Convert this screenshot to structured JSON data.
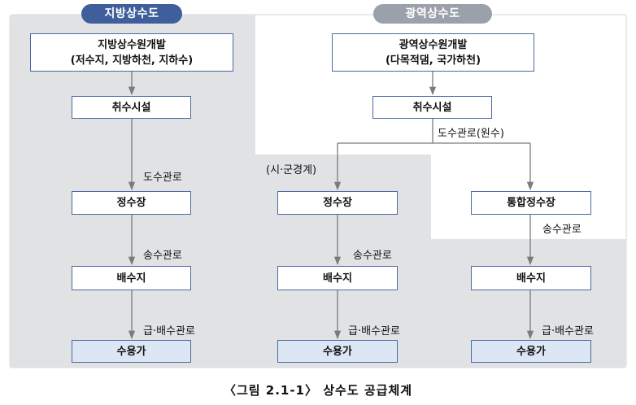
{
  "headers": {
    "local": "지방상수도",
    "regional": "광역상수도"
  },
  "local": {
    "source_line1": "지방상수원개발",
    "source_line2": "(저수지, 지방하천, 지하수)",
    "intake": "취수시설",
    "pipe_conveyance": "도수관로",
    "treatment": "정수장",
    "pipe_transmission": "송수관로",
    "reservoir": "배수지",
    "pipe_distribution": "급·배수관로",
    "consumer": "수용가"
  },
  "regional": {
    "source_line1": "광역상수원개발",
    "source_line2": "(다목적댐, 국가하천)",
    "intake": "취수시설",
    "pipe_conveyance": "도수관로(원수)",
    "boundary_note": "(시·군경계)",
    "branch_a": {
      "treatment": "정수장",
      "pipe_transmission": "송수관로",
      "reservoir": "배수지",
      "pipe_distribution": "급·배수관로",
      "consumer": "수용가"
    },
    "branch_b": {
      "treatment": "통합정수장",
      "pipe_transmission": "송수관로",
      "reservoir": "배수지",
      "pipe_distribution": "급·배수관로",
      "consumer": "수용가"
    }
  },
  "caption": "〈그림 2.1-1〉 상수도 공급체계",
  "colors": {
    "panel": "#e1e2e4",
    "local_header": "#3e5f9b",
    "regional_header": "#9ba1aa",
    "box_border": "#4a6aa2",
    "consumer_fill": "#dde6f4",
    "arrow": "#7b7b7b"
  }
}
